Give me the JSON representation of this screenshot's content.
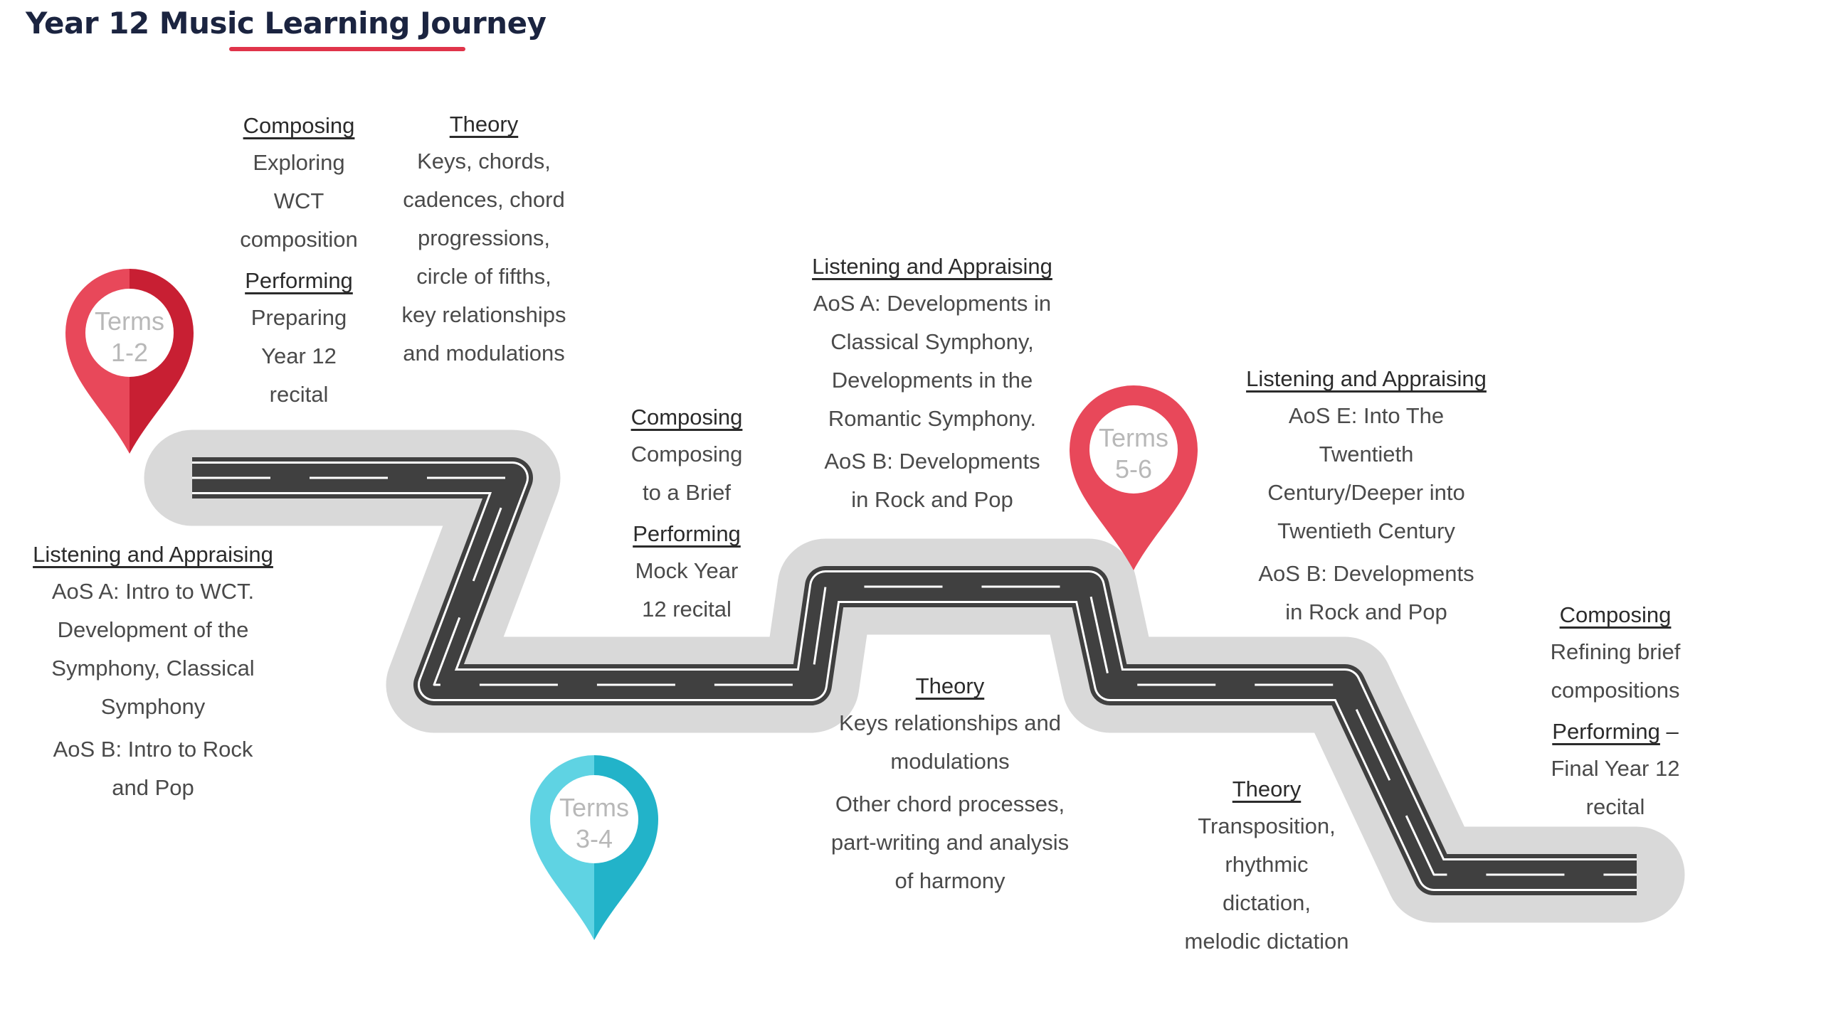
{
  "title": "Year 12 Music Learning Journey",
  "colors": {
    "road_halo": "#d9d9d9",
    "road_asphalt": "#404040",
    "road_lines": "#ffffff",
    "pin_red": "#e8485a",
    "pin_red_dark": "#c81f33",
    "pin_blue": "#5fd3e3",
    "pin_blue_dark": "#22b3c9",
    "title_underline": "#e0344a"
  },
  "pins": {
    "terms_1_2": {
      "line1": "Terms",
      "line2": "1-2",
      "color": "red",
      "icon": "map-pin-icon"
    },
    "terms_3_4": {
      "line1": "Terms",
      "line2": "3-4",
      "color": "blue",
      "icon": "map-pin-icon"
    },
    "terms_5_6": {
      "line1": "Terms",
      "line2": "5-6",
      "color": "red",
      "icon": "map-pin-icon"
    }
  },
  "t12": {
    "composing": {
      "heading": "Composing",
      "lines": [
        "Exploring",
        "WCT",
        "composition"
      ]
    },
    "performing": {
      "heading": "Performing",
      "lines": [
        "Preparing",
        "Year 12",
        "recital"
      ]
    },
    "theory": {
      "heading": "Theory",
      "lines": [
        "Keys, chords,",
        "cadences, chord",
        "progressions,",
        "circle of fifths,",
        "key relationships",
        "and modulations"
      ]
    },
    "listening": {
      "heading": "Listening and Appraising",
      "a_lines": [
        "AoS A: Intro to WCT.",
        "Development of the",
        "Symphony, Classical",
        "Symphony"
      ],
      "b_lines": [
        "AoS B: Intro to Rock",
        "and Pop"
      ]
    }
  },
  "t34": {
    "composing": {
      "heading": "Composing",
      "lines": [
        "Composing",
        "to a Brief"
      ]
    },
    "performing": {
      "heading": "Performing",
      "lines": [
        "Mock Year",
        "12 recital"
      ]
    },
    "listening": {
      "heading": "Listening and Appraising",
      "a_lines": [
        "AoS A: Developments in",
        "Classical Symphony,",
        "Developments in the",
        "Romantic Symphony."
      ],
      "b_lines": [
        "AoS B: Developments",
        "in Rock and Pop"
      ]
    },
    "theory": {
      "heading": "Theory",
      "a_lines": [
        "Keys relationships and",
        "modulations"
      ],
      "b_lines": [
        "Other chord processes,",
        "part-writing and analysis",
        "of harmony"
      ]
    }
  },
  "t56": {
    "listening": {
      "heading": "Listening and Appraising",
      "e_lines": [
        "AoS E: Into The",
        "Twentieth",
        "Century/Deeper into",
        "Twentieth Century"
      ],
      "b_lines": [
        "AoS B: Developments",
        "in Rock and Pop"
      ]
    },
    "theory": {
      "heading": "Theory",
      "lines": [
        "Transposition,",
        "rhythmic",
        "dictation,",
        "melodic dictation"
      ]
    },
    "composing": {
      "heading": "Composing",
      "lines": [
        "Refining brief",
        "compositions"
      ]
    },
    "performing": {
      "heading": "Performing",
      "suffix": " –",
      "lines": [
        "Final Year 12",
        "recital"
      ]
    }
  }
}
